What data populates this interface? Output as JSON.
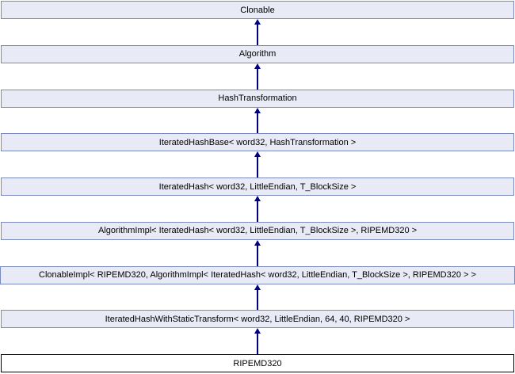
{
  "diagram": {
    "type": "class-inheritance-diagram",
    "current_class": "RIPEMD320",
    "arrow_meaning": "derived class points up to base class",
    "classes": [
      {
        "label": "Clonable"
      },
      {
        "label": "Algorithm"
      },
      {
        "label": "HashTransformation"
      },
      {
        "label": "IteratedHashBase< word32, HashTransformation >"
      },
      {
        "label": "IteratedHash< word32, LittleEndian, T_BlockSize >"
      },
      {
        "label": "AlgorithmImpl< IteratedHash< word32, LittleEndian, T_BlockSize >, RIPEMD320 >"
      },
      {
        "label": "ClonableImpl< RIPEMD320, AlgorithmImpl< IteratedHash< word32, LittleEndian, T_BlockSize >, RIPEMD320 > >"
      },
      {
        "label": "IteratedHashWithStaticTransform< word32, LittleEndian, 64, 40, RIPEMD320 >"
      },
      {
        "label": "RIPEMD320"
      }
    ]
  },
  "colors": {
    "box-fill": "#e8eaf5",
    "box-border": "#7b8abe",
    "current-fill": "#ffffff",
    "current-border": "#000000",
    "arrow-color": "#000080",
    "text-color": "#000000",
    "page-bg": "#ffffff"
  }
}
